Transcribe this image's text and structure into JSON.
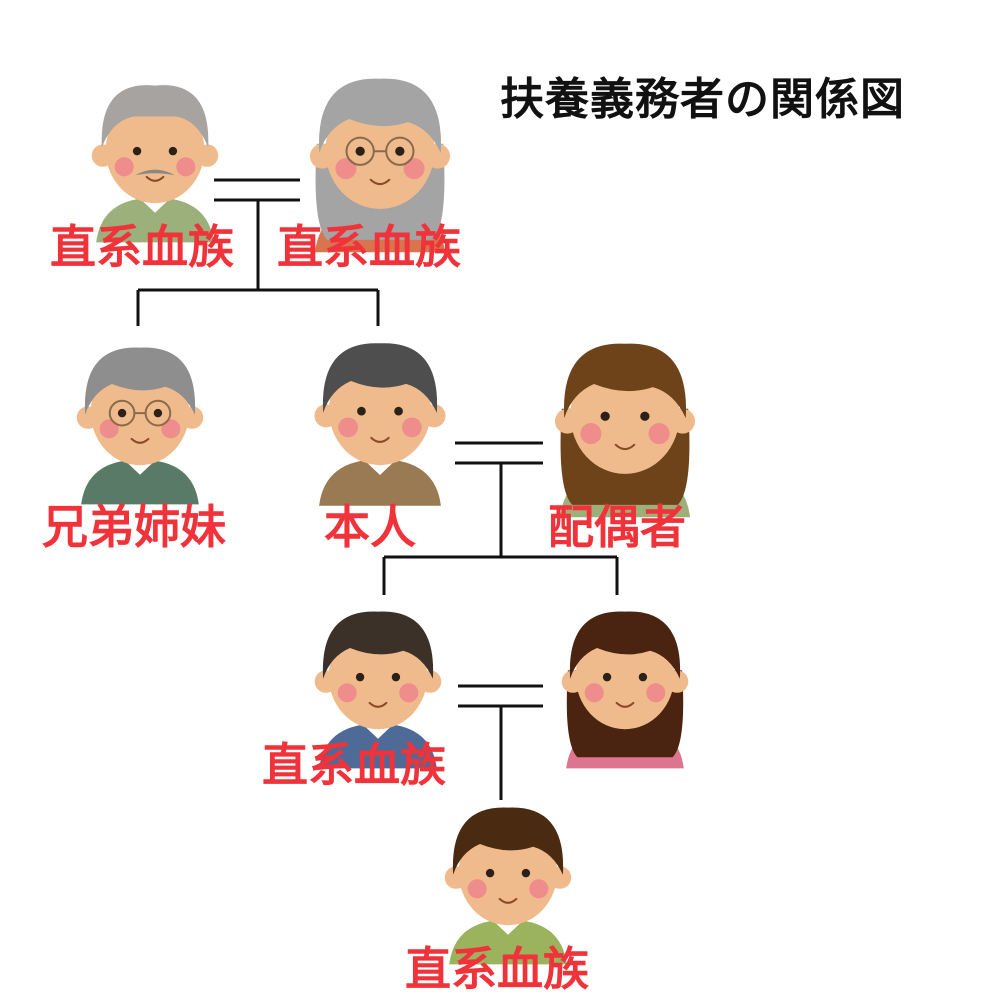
{
  "title": "扶養義務者の関係図",
  "colors": {
    "label": "#f0323a",
    "line": "#111111",
    "skin": "#f0bb8c",
    "cheek": "#ef8c8c"
  },
  "people": {
    "grandfather": {
      "label": "直系血族",
      "hair": "#a6a3a0",
      "shirt": "#9bb07a"
    },
    "grandmother": {
      "label": "直系血族",
      "hair": "#a4a4a4",
      "shirt": "#d8754e"
    },
    "sibling": {
      "label": "兄弟姉妹",
      "hair": "#8e8e8e",
      "shirt": "#5a7a68"
    },
    "self": {
      "label": "本人",
      "hair": "#4e4e4e",
      "shirt": "#9a7a52"
    },
    "spouse": {
      "label": "配偶者",
      "hair": "#6e4319",
      "shirt": "#9eb07a"
    },
    "son": {
      "label": "直系血族",
      "hair": "#3c3129",
      "shirt": "#4e6a96"
    },
    "daughter_in_law": {
      "label": "",
      "hair": "#4a2410",
      "shirt": "#dd7490"
    },
    "grandchild": {
      "label": "直系血族",
      "hair": "#4b2a12",
      "shirt": "#9ab35c"
    }
  }
}
